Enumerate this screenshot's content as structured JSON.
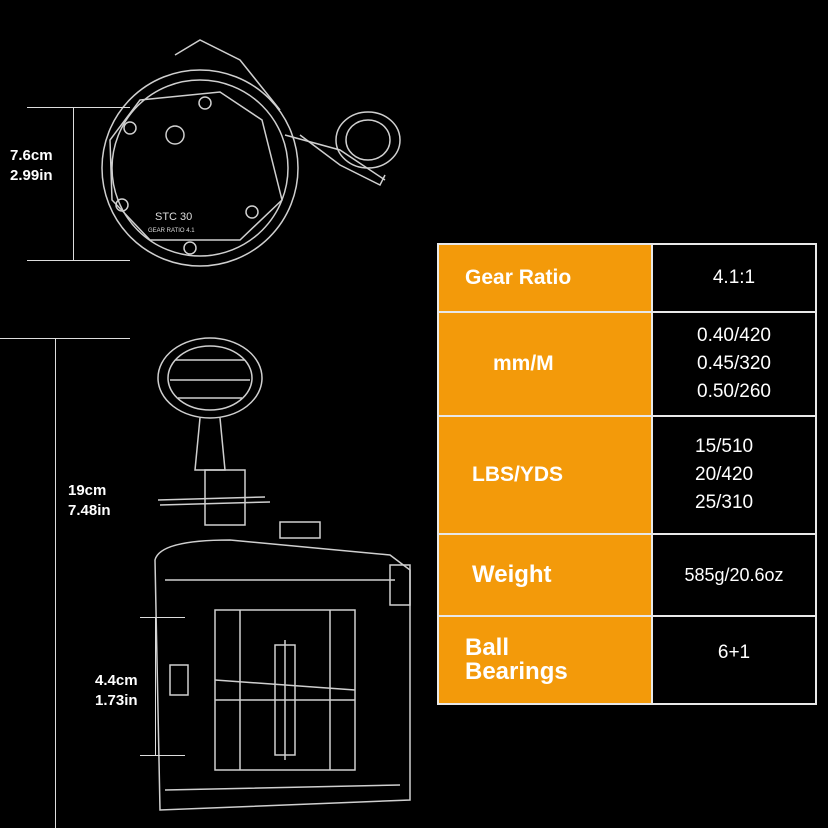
{
  "dimensions": {
    "width_label": {
      "cm": "7.6cm",
      "in": "2.99in"
    },
    "height_label": {
      "cm": "19cm",
      "in": "7.48in"
    },
    "spool_label": {
      "cm": "4.4cm",
      "in": "1.73in"
    }
  },
  "reel_markings": {
    "model": "STC 30",
    "sub": "GEAR RATIO 4.1"
  },
  "specs": [
    {
      "label": "Gear Ratio",
      "values": [
        "4.1:1"
      ]
    },
    {
      "label": "mm/M",
      "values": [
        "0.40/420",
        "0.45/320",
        "0.50/260"
      ]
    },
    {
      "label": "LBS/YDS",
      "values": [
        "15/510",
        "20/420",
        "25/310"
      ]
    },
    {
      "label": "Weight",
      "values": [
        "585g/20.6oz"
      ]
    },
    {
      "label": "Ball Bearings",
      "values": [
        "6+1"
      ]
    }
  ],
  "colors": {
    "accent": "#f39a0a",
    "background": "#000000",
    "text": "#ffffff"
  }
}
